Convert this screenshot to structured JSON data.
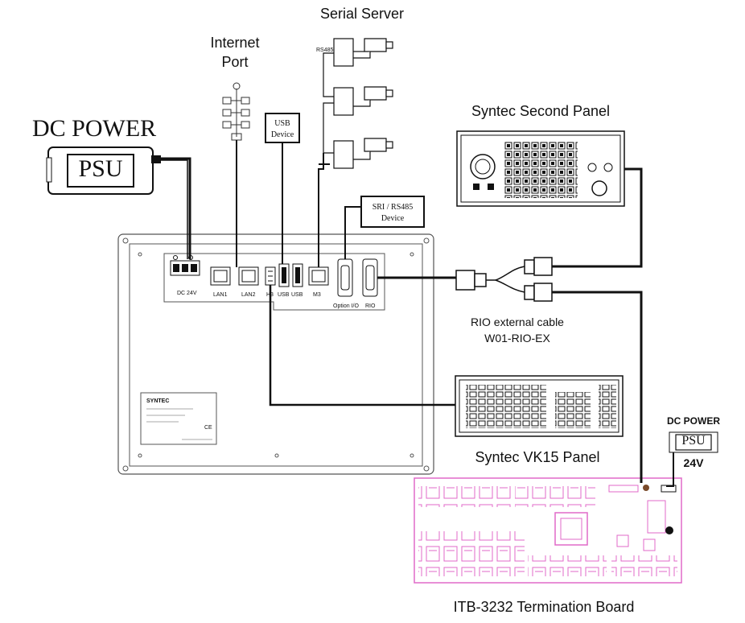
{
  "labels": {
    "dc_power_left": "DC POWER",
    "psu_left": "PSU",
    "internet_port_line1": "Internet",
    "internet_port_line2": "Port",
    "serial_server": "Serial Server",
    "usb_device_line1": "USB",
    "usb_device_line2": "Device",
    "syntec_second_panel": "Syntec Second Panel",
    "sri_device_line1": "SRI / RS485",
    "sri_device_line2": "Device",
    "rio_cable_line1": "RIO external cable",
    "rio_cable_line2": "W01-RIO-EX",
    "syntec_vk15_panel": "Syntec VK15 Panel",
    "dc_power_right": "DC POWER",
    "psu_right": "PSU",
    "volt_right": "24V",
    "itb_board": "ITB-3232 Termination Board"
  },
  "ports": {
    "dc24v": "DC 24V",
    "lan1": "LAN1",
    "lan2": "LAN2",
    "h3": "H3",
    "usb1": "USB",
    "usb2": "USB",
    "m3": "M3",
    "option_io": "Option I/O",
    "rio": "RIO"
  },
  "colors": {
    "line": "#111111",
    "board": "#e06ac8"
  }
}
